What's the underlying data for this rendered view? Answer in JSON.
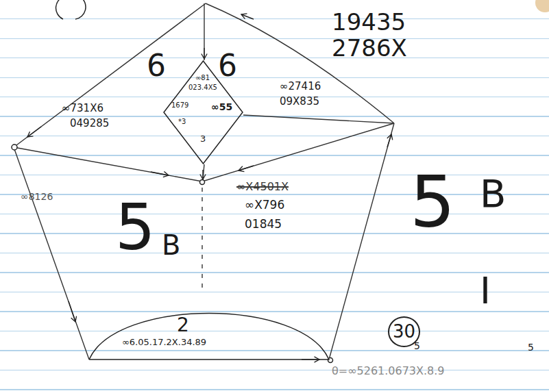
{
  "diagram": {
    "nodes": [
      {
        "text": [
          "∞81",
          "023.4X5",
          "1679",
          "∞55",
          "*3",
          "3"
        ]
      },
      {
        "text": [
          "2",
          "∞6.05.17.2X.34.89"
        ]
      }
    ],
    "labels": [
      "19435",
      "2786X",
      "6",
      "6",
      "∞731X6",
      "049285",
      "∞27416",
      "09X835",
      "∞X4501X",
      "∞X796",
      "01845",
      "∞8126",
      "5",
      "B",
      "5",
      "B",
      "30",
      "5",
      "I",
      "5",
      "θ=∞5261.0673X.8.9"
    ]
  }
}
